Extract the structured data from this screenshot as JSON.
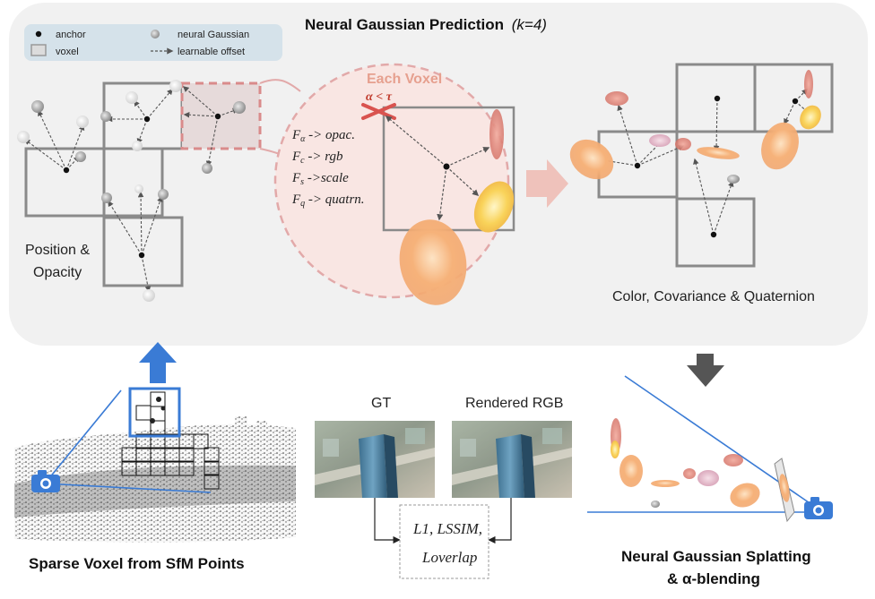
{
  "title": {
    "main": "Neural Gaussian Prediction",
    "suffix": "(k=4)"
  },
  "legend": {
    "anchor": "anchor",
    "voxel": "voxel",
    "neural_gaussian": "neural Gaussian",
    "learnable_offset": "learnable offset"
  },
  "left_panel": {
    "label_line1": "Position &",
    "label_line2": "Opacity"
  },
  "voxel_detail": {
    "title": "Each Voxel",
    "threshold": "α < τ",
    "rules": [
      {
        "sub": "α",
        "text": " -> opac."
      },
      {
        "sub": "c",
        "text": " -> rgb"
      },
      {
        "sub": "s",
        "text": " ->scale"
      },
      {
        "sub": "q",
        "text": " -> quatrn."
      }
    ]
  },
  "right_panel": {
    "label": "Color, Covariance & Quaternion"
  },
  "bottom_left": {
    "caption": "Sparse Voxel from  SfM Points"
  },
  "bottom_mid": {
    "gt_label": "GT",
    "rendered_label": "Rendered RGB",
    "loss_line1": "L1,  LSSIM,",
    "loss_line2": "Loverlap"
  },
  "bottom_right": {
    "caption_line1": "Neural Gaussian Splatting",
    "caption_line2": "& α-blending"
  },
  "colors": {
    "panel_bg": "#f1f1f1",
    "voxel_stroke": "#8a8a8a",
    "accent_blue": "#3a7bd5",
    "accent_red": "#d9534f",
    "circle_stroke": "#e2a9a9"
  }
}
